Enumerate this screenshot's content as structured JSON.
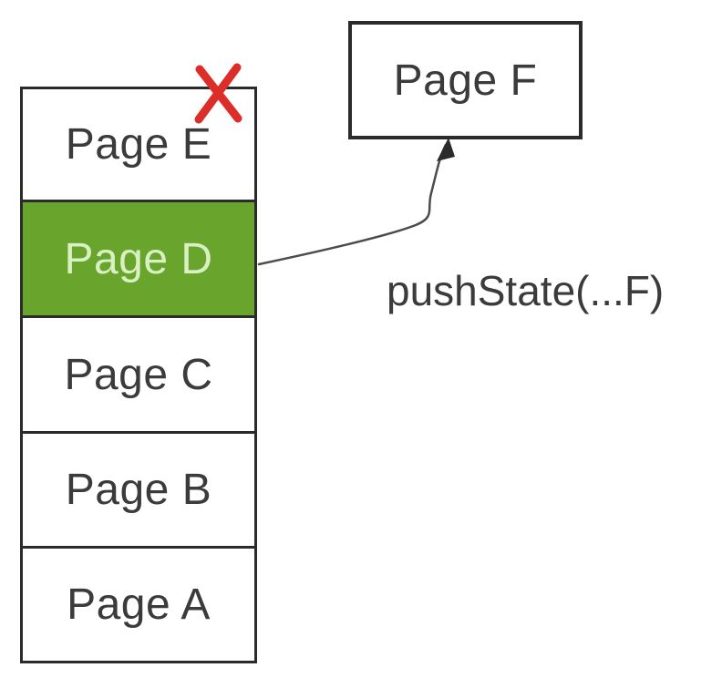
{
  "stack": {
    "items": [
      {
        "label": "Page E",
        "state": "removed"
      },
      {
        "label": "Page D",
        "state": "current"
      },
      {
        "label": "Page C",
        "state": "default"
      },
      {
        "label": "Page B",
        "state": "default"
      },
      {
        "label": "Page A",
        "state": "default"
      }
    ]
  },
  "new_page": {
    "label": "Page F"
  },
  "annotation": {
    "label": "pushState(...F)"
  },
  "icons": {
    "x_mark": "red-x-mark",
    "arrow": "curved-push-arrow"
  },
  "colors": {
    "background": "#ffffff",
    "box_border": "#2b2b2b",
    "box_fill": "#ffffff",
    "highlight_fill": "#69a52d",
    "highlight_text": "#d9f0c3",
    "text": "#3b3b3b",
    "x_mark": "#dc2d28",
    "arrow": "#4c4c4c"
  }
}
